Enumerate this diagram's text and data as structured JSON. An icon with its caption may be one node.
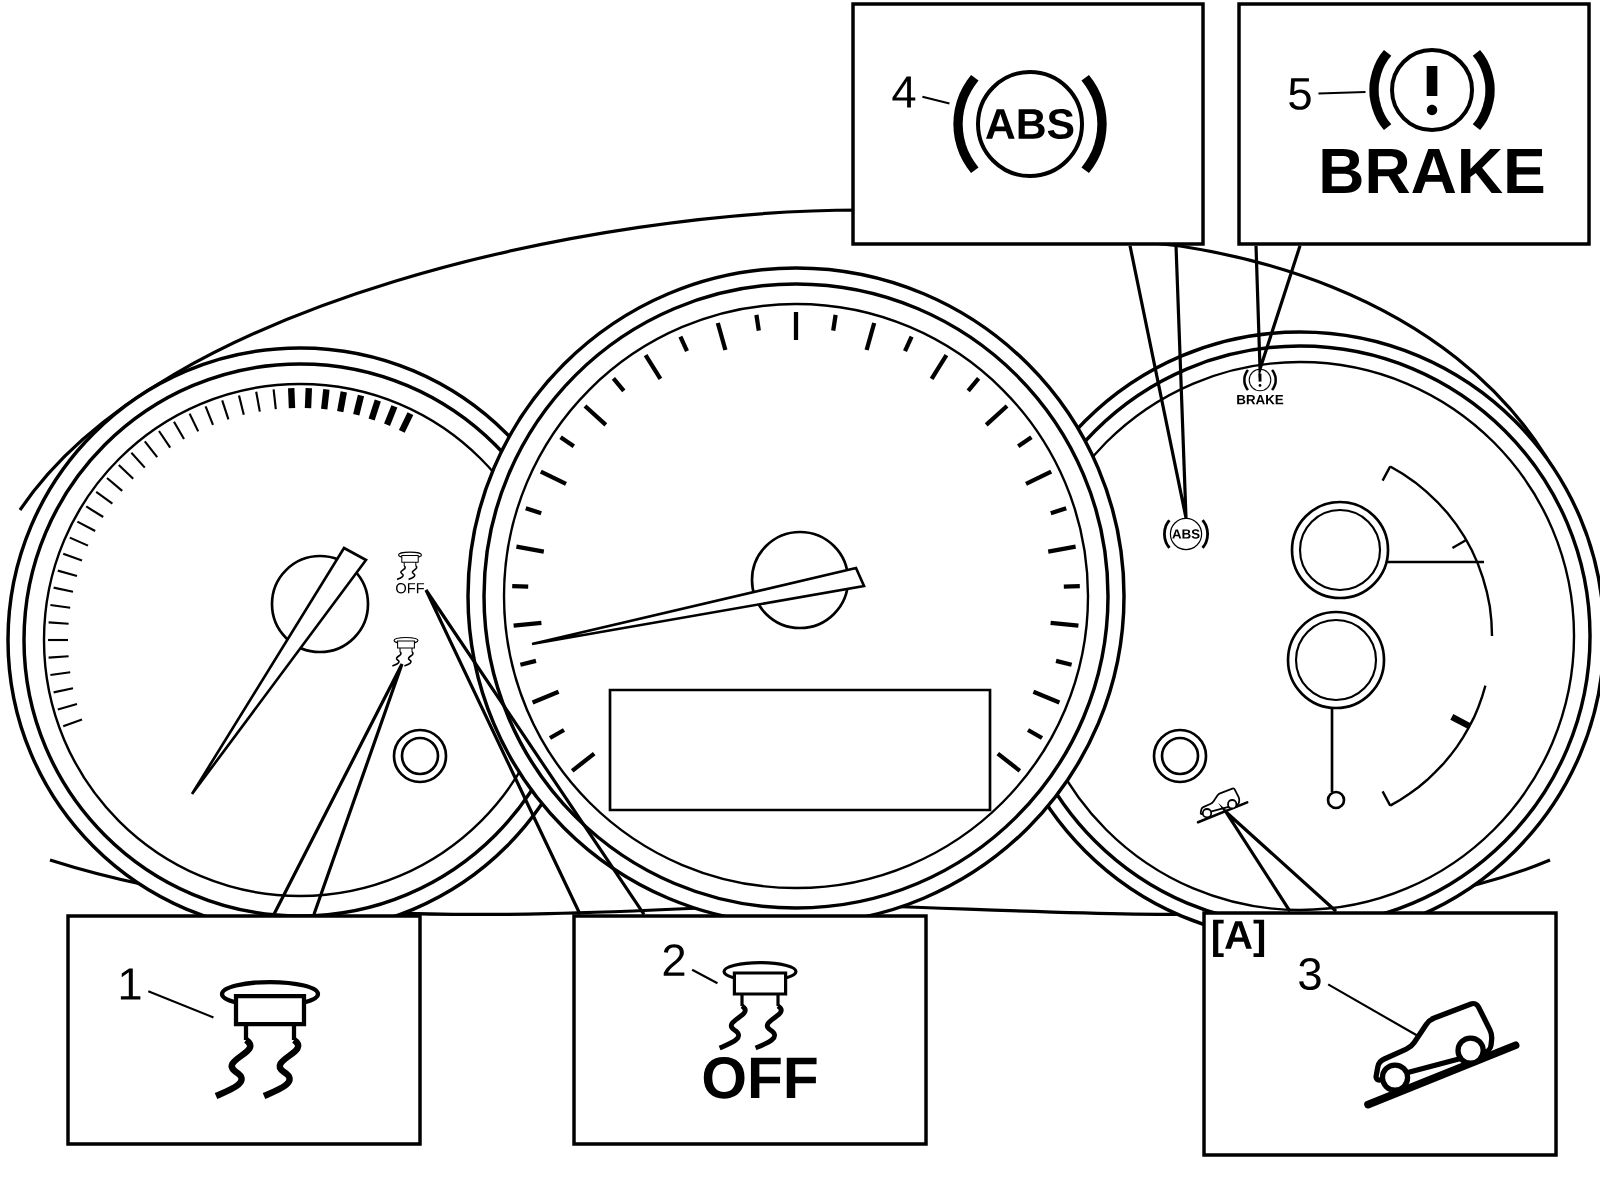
{
  "diagram": {
    "nodes": [
      {
        "text": [],
        "shape": "box"
      },
      {
        "text": [
          "1"
        ],
        "in": 0
      },
      {
        "text": [],
        "shape": "picture",
        "in": 0
      },
      {
        "text": [],
        "shape": "box"
      },
      {
        "text": [
          "2"
        ],
        "in": 3
      },
      {
        "text": [],
        "shape": "picture",
        "in": 3,
        "beside": [
          "OFF"
        ]
      },
      {
        "text": [
          "[A]"
        ]
      },
      {
        "text": [
          "3"
        ],
        "in": 6
      },
      {
        "text": [],
        "shape": "picture",
        "in": 6
      },
      {
        "text": [],
        "shape": "box"
      },
      {
        "text": [
          "4"
        ],
        "in": 9
      },
      {
        "text": [
          "ABS"
        ],
        "in": 9
      },
      {
        "text": [],
        "shape": "box"
      },
      {
        "text": [
          "5"
        ],
        "in": 12
      },
      {
        "text": [],
        "shape": "picture",
        "in": 12,
        "beside": [
          "BRAKE"
        ]
      },
      {
        "text": [],
        "shape": "picture"
      },
      {
        "text": [],
        "shape": "picture",
        "beside": [
          "OFF"
        ]
      },
      {
        "text": [],
        "shape": "picture"
      },
      {
        "text": [
          "ABS"
        ]
      },
      {
        "text": [],
        "shape": "picture",
        "beside": [
          "BRAKE"
        ]
      }
    ],
    "edges": [
      {
        "from": 0,
        "to": 15,
        "arrow": "none"
      },
      {
        "from": 1,
        "to": 2,
        "arrow": "none"
      },
      {
        "from": 3,
        "to": 16,
        "arrow": "none"
      },
      {
        "from": 4,
        "to": 5,
        "arrow": "none"
      },
      {
        "from": 6,
        "to": 17,
        "arrow": "none"
      },
      {
        "from": 7,
        "to": 8,
        "arrow": "none"
      },
      {
        "from": 9,
        "to": 18,
        "arrow": "none"
      },
      {
        "from": 10,
        "to": 11,
        "arrow": "none"
      },
      {
        "from": 12,
        "to": 19,
        "arrow": "none"
      },
      {
        "from": 13,
        "to": 14,
        "arrow": "none"
      }
    ]
  }
}
